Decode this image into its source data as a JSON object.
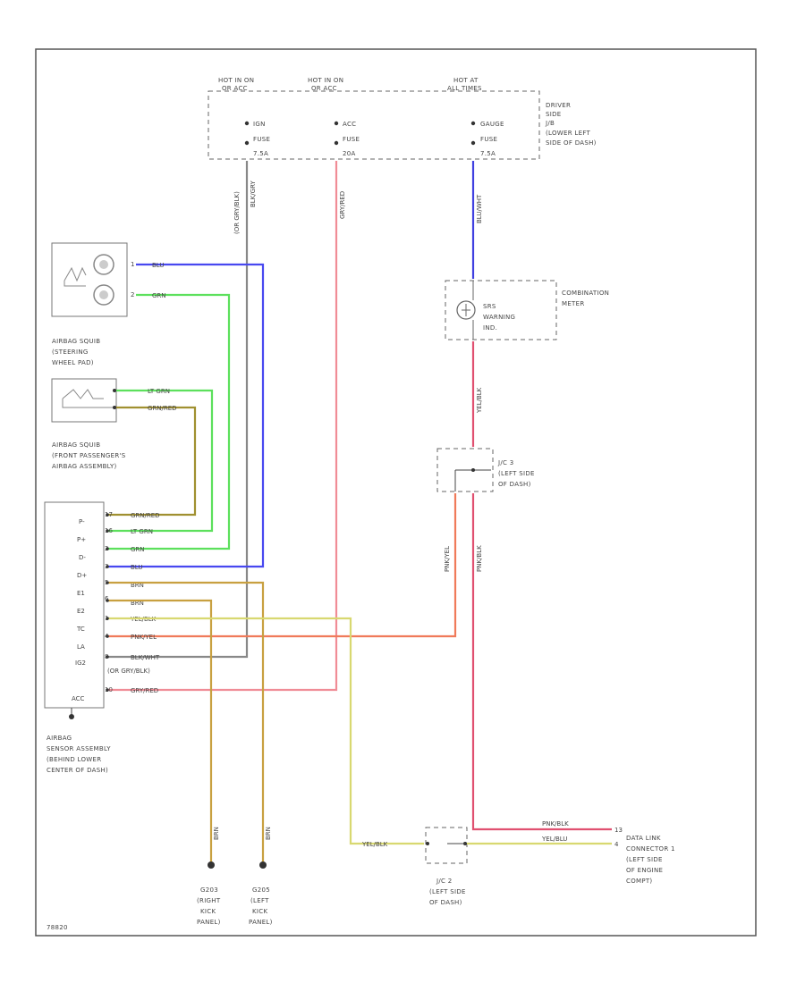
{
  "fuses": {
    "ign": {
      "hot": [
        "HOT IN ON",
        "OR ACC"
      ],
      "name": [
        "IGN",
        "FUSE",
        "7.5A"
      ],
      "wire": "BLK/GRY"
    },
    "acc": {
      "hot": [
        "HOT IN ON",
        "OR ACC"
      ],
      "name": [
        "ACC",
        "FUSE",
        "20A"
      ],
      "wire": "GRY/RED"
    },
    "gauge": {
      "hot": [
        "HOT AT",
        "ALL TIMES"
      ],
      "name": [
        "GAUGE",
        "FUSE",
        "7.5A"
      ],
      "wire": "BLU/WHT"
    },
    "box_label": [
      "DRIVER",
      "SIDE",
      "J/B",
      "(LOWER LEFT",
      "SIDE OF DASH)"
    ],
    "ign_wire_extra": "(OR GRY/BLK)"
  },
  "combination_meter": {
    "label": [
      "COMBINATION",
      "METER"
    ],
    "lamp": [
      "SRS",
      "WARNING",
      "IND."
    ],
    "wire": "YEL/BLK"
  },
  "jc3": {
    "label": [
      "J/C 3",
      "(LEFT SIDE",
      "OF DASH)"
    ]
  },
  "jc2": {
    "label": [
      "J/C 2",
      "(LEFT SIDE",
      "OF DASH)"
    ]
  },
  "wires": {
    "blu": "BLU",
    "grn": "GRN",
    "ltgrn": "LT GRN",
    "grnred": "GRN/RED",
    "brn": "BRN",
    "yelblk": "YEL/BLK",
    "pnkyel": "PNK/YEL",
    "blkwht": "BLK/WHT",
    "orgryblk": "(OR GRY/BLK)",
    "gryred": "GRY/RED",
    "pnkblk": "PNK/BLK",
    "yelblu": "YEL/BLU"
  },
  "steering_squib": {
    "label": [
      "AIRBAG SQUIB",
      "(STEERING",
      "WHEEL PAD)"
    ],
    "pins": [
      "1",
      "2"
    ]
  },
  "passenger_squib": {
    "label": [
      "AIRBAG SQUIB",
      "(FRONT PASSENGER'S",
      "AIRBAG ASSEMBLY)"
    ]
  },
  "sensor": {
    "pins": [
      "P-",
      "P+",
      "D-",
      "D+",
      "E1",
      "E2",
      "TC",
      "LA",
      "IG2",
      "ACC"
    ],
    "pin_numbers": [
      "17",
      "16",
      "2",
      "3",
      "5",
      "6",
      "1",
      "4",
      "8",
      "10"
    ],
    "label": [
      "AIRBAG",
      "SENSOR ASSEMBLY",
      "(BEHIND LOWER",
      "CENTER OF DASH)"
    ]
  },
  "grounds": {
    "g203": {
      "id": "G203",
      "label": [
        "(RIGHT",
        "KICK",
        "PANEL)"
      ],
      "wire": "BRN"
    },
    "g205": {
      "id": "G205",
      "label": [
        "(LEFT",
        "KICK",
        "PANEL)"
      ],
      "wire": "BRN"
    }
  },
  "dlc": {
    "label": [
      "DATA LINK",
      "CONNECTOR 1",
      "(LEFT SIDE",
      "OF ENGINE",
      "COMPT)"
    ],
    "pins": [
      "13",
      "4"
    ]
  },
  "footer": {
    "code": "78820"
  }
}
